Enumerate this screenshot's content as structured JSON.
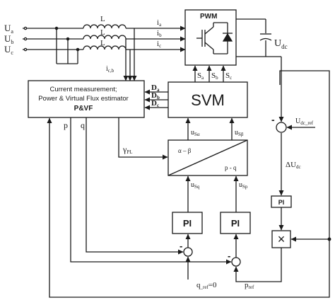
{
  "inputs": {
    "ua_main": "U",
    "ua_sub": "a",
    "ub_main": "U",
    "ub_sub": "b",
    "uc_main": "U",
    "uc_sub": "c",
    "inductor_label": "L",
    "ia_main": "i",
    "ia_sub": "a",
    "ib_main": "i",
    "ib_sub": "b",
    "ic_main": "i",
    "ic_sub": "c",
    "icb_main": "i",
    "icb_sub": "c,b"
  },
  "pwm": {
    "label": "PWM"
  },
  "dc": {
    "udc_main": "U",
    "udc_sub": "dc"
  },
  "switch_signals": {
    "sa_main": "S",
    "sa_sub": "a",
    "sb_main": "S",
    "sb_sub": "b",
    "sc_main": "S",
    "sc_sub": "c"
  },
  "estimator": {
    "line1": "Current measurement;",
    "line2": "Power & Virtual Flux estimator",
    "line3": "P&VF"
  },
  "duty": {
    "da_main": "D",
    "da_sub": "a",
    "db_main": "D",
    "db_sub": "b",
    "dc_main": "D",
    "dc_sub": "c"
  },
  "svm": {
    "label": "SVM"
  },
  "svm_inputs": {
    "usa_main": "u",
    "usa_sub": "Sα",
    "usb_main": "u",
    "usb_sub": "Sβ"
  },
  "transform": {
    "top": "α – β",
    "bottom": "p - q"
  },
  "gamma": {
    "main": "γ",
    "sub": "PL"
  },
  "pq": {
    "p": "p",
    "q": "q"
  },
  "transform_inputs": {
    "usq_main": "u",
    "usq_sub": "Sq",
    "usp_main": "u",
    "usp_sub": "Sp"
  },
  "pi": {
    "label": "PI"
  },
  "dc_loop": {
    "minus": "-",
    "udcref_main": "U",
    "udcref_sub": "dc_ref",
    "delta_main": "ΔU",
    "delta_sub": "dc"
  },
  "refs": {
    "qref_main": "q",
    "qref_sub": "_ref",
    "qref_val": "=0",
    "pref_main": "p",
    "pref_sub": "ref"
  },
  "multiplier": {
    "symbol": "×"
  }
}
